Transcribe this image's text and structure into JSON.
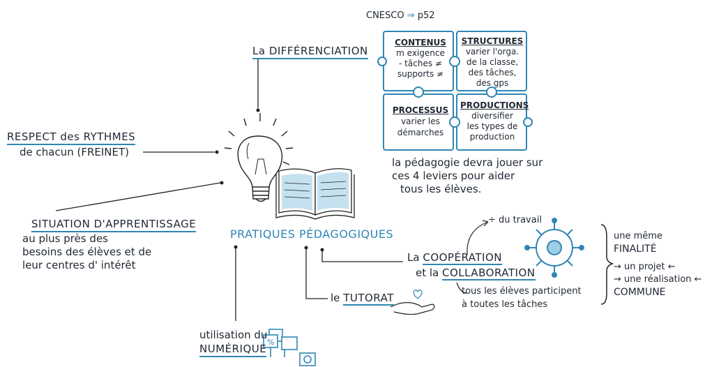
{
  "source": "CNESCO",
  "source_page": "p52",
  "differenciation": "La DIFFÉRENCIATION",
  "respect": {
    "line1": "RESPECT des RYTHMES",
    "line2": "de chacun (FREINET)"
  },
  "situation": {
    "title": "SITUATION D'APPRENTISSAGE",
    "lines": [
      "au plus près des",
      "besoins des élèves et de",
      "leur centres d' intérêt"
    ]
  },
  "center": "PRATIQUES PÉDAGOGIQUES",
  "puzzle": {
    "contenus": {
      "title": "CONTENUS",
      "lines": [
        "m exigence",
        "- tâches ≠",
        "supports ≠"
      ]
    },
    "structures": {
      "title": "STRUCTURES",
      "lines": [
        "varier l'orga.",
        "de la classe,",
        "des tâches,",
        "des gps"
      ]
    },
    "processus": {
      "title": "PROCESSUS",
      "lines": [
        "varier les",
        "démarches"
      ]
    },
    "productions": {
      "title": "PRODUCTIONS",
      "lines": [
        "diversifier",
        "les types de",
        "production"
      ]
    }
  },
  "pedagogy_note": [
    "la pédagogie devra jouer sur",
    "ces 4 leviers pour aider",
    "tous les élèves."
  ],
  "cooperation": {
    "line1_prefix": "La",
    "line1_word": "COOPÉRATION",
    "line2_prefix": "et la",
    "line2_word": "COLLABORATION"
  },
  "division": "÷ du travail",
  "all_students": [
    "tous les élèves participent",
    "à toutes les tâches"
  ],
  "finalite": {
    "line1": "une même",
    "line2": "FINALITÉ",
    "line3": "→ un projet ←",
    "line4": "→ une réalisation ←",
    "line5": "COMMUNE"
  },
  "tutorat": {
    "prefix": "le",
    "word": "TUTORAT"
  },
  "numerique": {
    "line1": "utilisation du",
    "line2": "NUMÉRIQUE"
  },
  "colors": {
    "accent": "#2f86b4",
    "ink": "#1f2733"
  }
}
